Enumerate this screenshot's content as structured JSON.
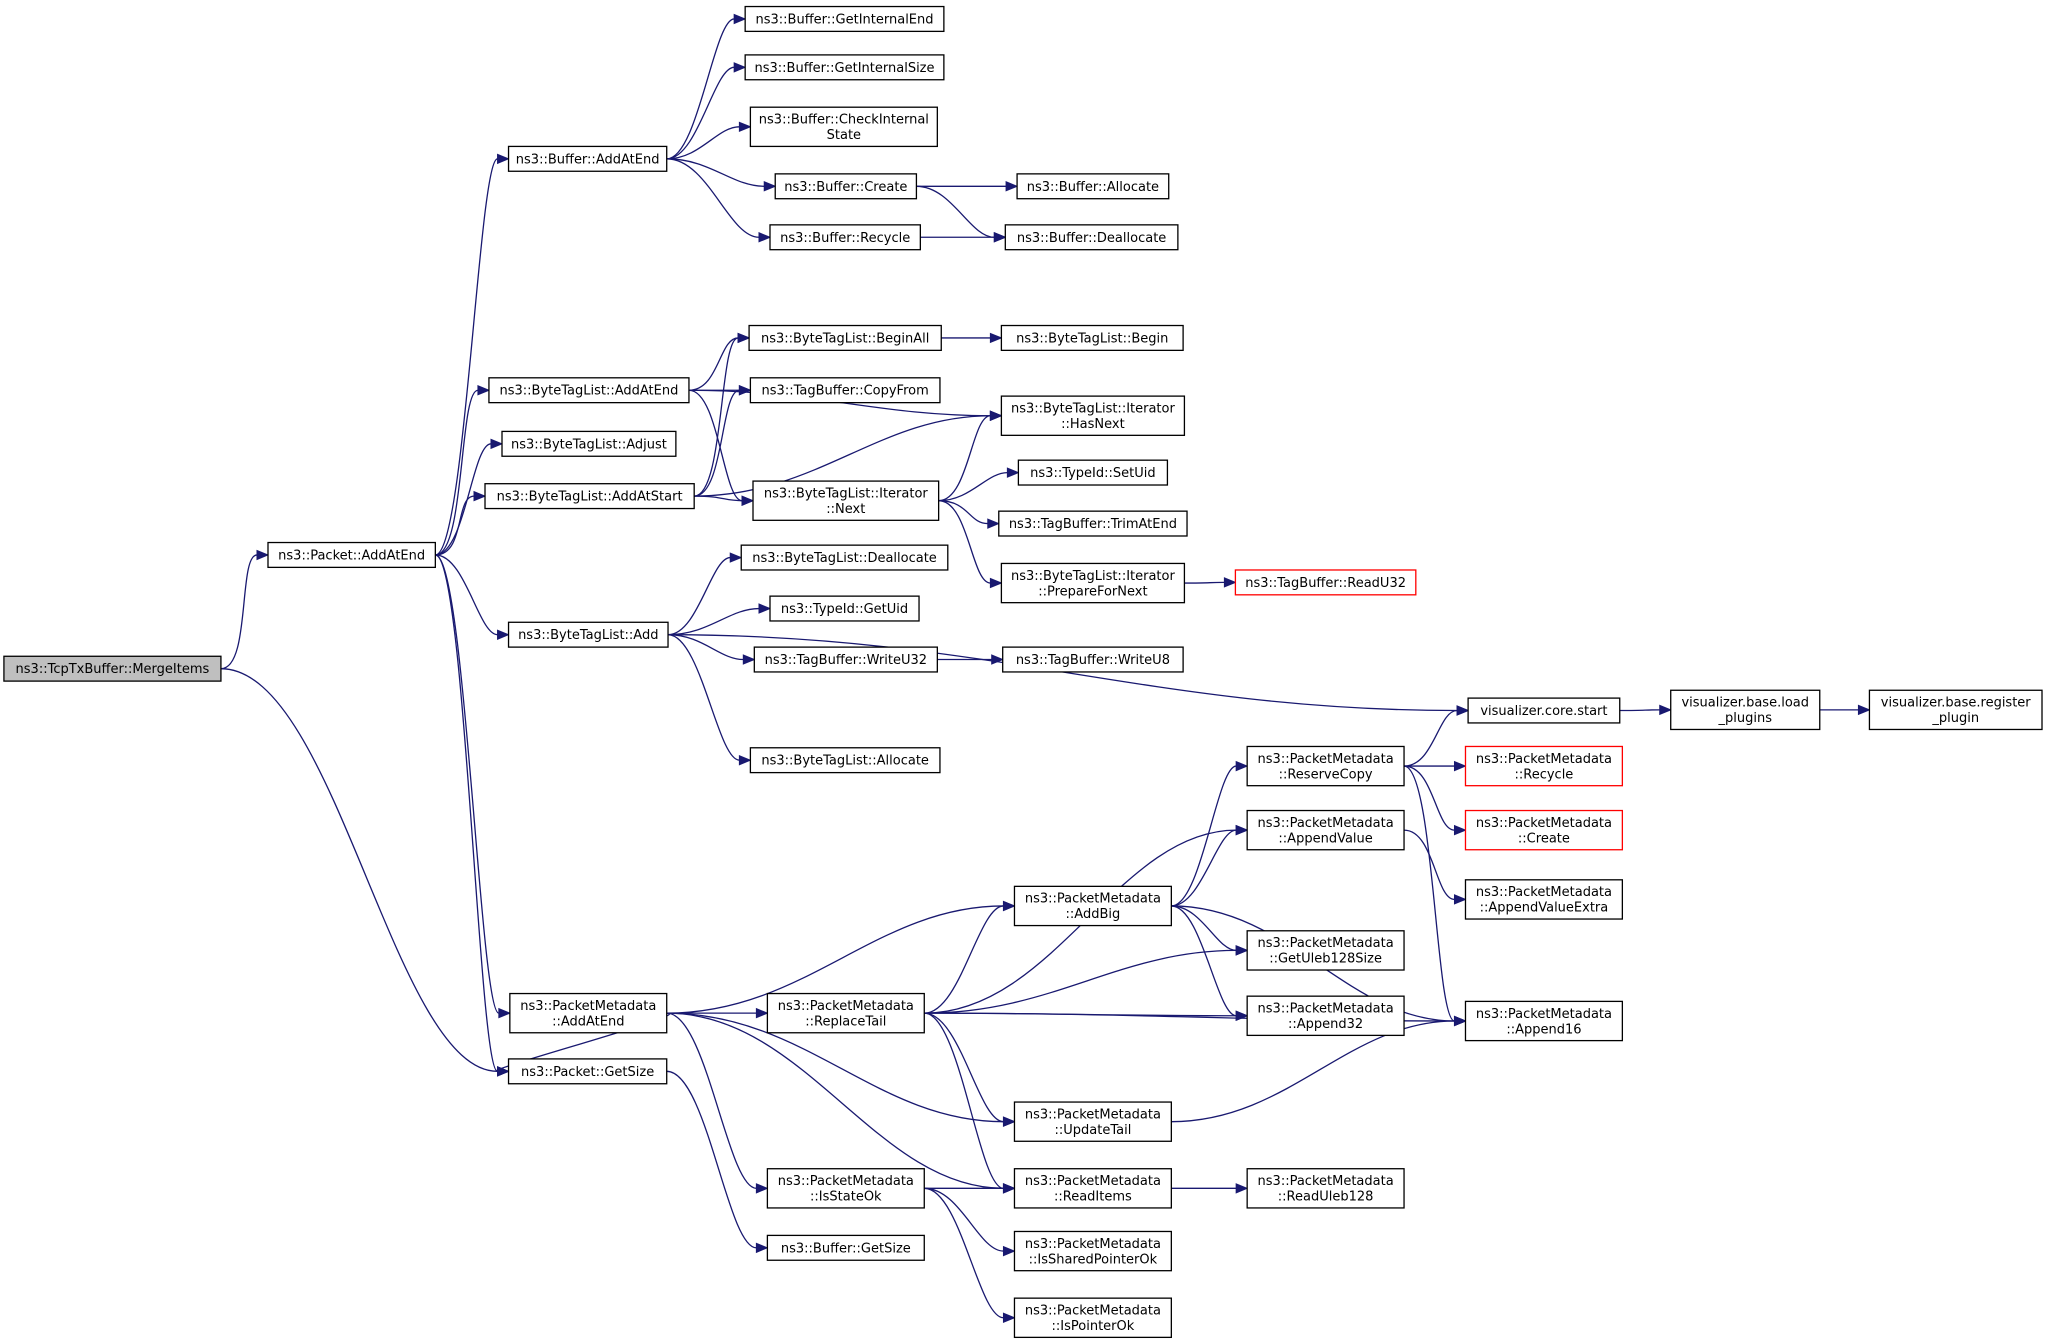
{
  "graph": {
    "nodes": [
      {
        "id": "tcp_merge",
        "lines": [
          "ns3::TcpTxBuffer::MergeItems"
        ],
        "root": true
      },
      {
        "id": "pkt_addatend",
        "lines": [
          "ns3::Packet::AddAtEnd"
        ]
      },
      {
        "id": "pkt_getsize",
        "lines": [
          "ns3::Packet::GetSize"
        ]
      },
      {
        "id": "buf_addatend",
        "lines": [
          "ns3::Buffer::AddAtEnd"
        ]
      },
      {
        "id": "buf_getinternalend",
        "lines": [
          "ns3::Buffer::GetInternalEnd"
        ]
      },
      {
        "id": "buf_getinternalsize",
        "lines": [
          "ns3::Buffer::GetInternalSize"
        ]
      },
      {
        "id": "buf_checkinternal",
        "lines": [
          "ns3::Buffer::CheckInternal",
          "State"
        ]
      },
      {
        "id": "buf_create",
        "lines": [
          "ns3::Buffer::Create"
        ]
      },
      {
        "id": "buf_recycle",
        "lines": [
          "ns3::Buffer::Recycle"
        ]
      },
      {
        "id": "buf_allocate",
        "lines": [
          "ns3::Buffer::Allocate"
        ]
      },
      {
        "id": "buf_deallocate",
        "lines": [
          "ns3::Buffer::Deallocate"
        ]
      },
      {
        "id": "btl_addatend",
        "lines": [
          "ns3::ByteTagList::AddAtEnd"
        ]
      },
      {
        "id": "btl_adjust",
        "lines": [
          "ns3::ByteTagList::Adjust"
        ]
      },
      {
        "id": "btl_addatstart",
        "lines": [
          "ns3::ByteTagList::AddAtStart"
        ]
      },
      {
        "id": "btl_beginall",
        "lines": [
          "ns3::ByteTagList::BeginAll"
        ]
      },
      {
        "id": "btl_begin",
        "lines": [
          "ns3::ByteTagList::Begin"
        ]
      },
      {
        "id": "tb_copyfrom",
        "lines": [
          "ns3::TagBuffer::CopyFrom"
        ]
      },
      {
        "id": "btli_hasnext",
        "lines": [
          "ns3::ByteTagList::Iterator",
          "::HasNext"
        ]
      },
      {
        "id": "btli_next",
        "lines": [
          "ns3::ByteTagList::Iterator",
          "::Next"
        ]
      },
      {
        "id": "tid_setuid",
        "lines": [
          "ns3::TypeId::SetUid"
        ]
      },
      {
        "id": "tb_trimatend",
        "lines": [
          "ns3::TagBuffer::TrimAtEnd"
        ]
      },
      {
        "id": "btli_preparefornext",
        "lines": [
          "ns3::ByteTagList::Iterator",
          "::PrepareForNext"
        ]
      },
      {
        "id": "tb_readu32",
        "lines": [
          "ns3::TagBuffer::ReadU32"
        ],
        "truncated": true
      },
      {
        "id": "btl_add",
        "lines": [
          "ns3::ByteTagList::Add"
        ]
      },
      {
        "id": "btl_deallocate",
        "lines": [
          "ns3::ByteTagList::Deallocate"
        ]
      },
      {
        "id": "tid_getuid",
        "lines": [
          "ns3::TypeId::GetUid"
        ]
      },
      {
        "id": "tb_writeu32",
        "lines": [
          "ns3::TagBuffer::WriteU32"
        ]
      },
      {
        "id": "tb_writeu8",
        "lines": [
          "ns3::TagBuffer::WriteU8"
        ]
      },
      {
        "id": "btl_allocate",
        "lines": [
          "ns3::ByteTagList::Allocate"
        ]
      },
      {
        "id": "viz_core_start",
        "lines": [
          "visualizer.core.start"
        ]
      },
      {
        "id": "viz_base_load",
        "lines": [
          "visualizer.base.load",
          "_plugins"
        ]
      },
      {
        "id": "viz_base_register",
        "lines": [
          "visualizer.base.register",
          "_plugin"
        ]
      },
      {
        "id": "pm_reservecopy",
        "lines": [
          "ns3::PacketMetadata",
          "::ReserveCopy"
        ]
      },
      {
        "id": "pm_recycle",
        "lines": [
          "ns3::PacketMetadata",
          "::Recycle"
        ],
        "truncated": true
      },
      {
        "id": "pm_create",
        "lines": [
          "ns3::PacketMetadata",
          "::Create"
        ],
        "truncated": true
      },
      {
        "id": "pm_appendvalue",
        "lines": [
          "ns3::PacketMetadata",
          "::AppendValue"
        ]
      },
      {
        "id": "pm_appendvalueextra",
        "lines": [
          "ns3::PacketMetadata",
          "::AppendValueExtra"
        ]
      },
      {
        "id": "pm_addbig",
        "lines": [
          "ns3::PacketMetadata",
          "::AddBig"
        ]
      },
      {
        "id": "pm_getuleb128size",
        "lines": [
          "ns3::PacketMetadata",
          "::GetUleb128Size"
        ]
      },
      {
        "id": "pm_addatend",
        "lines": [
          "ns3::PacketMetadata",
          "::AddAtEnd"
        ]
      },
      {
        "id": "pm_replacetail",
        "lines": [
          "ns3::PacketMetadata",
          "::ReplaceTail"
        ]
      },
      {
        "id": "pm_append32",
        "lines": [
          "ns3::PacketMetadata",
          "::Append32"
        ]
      },
      {
        "id": "pm_append16",
        "lines": [
          "ns3::PacketMetadata",
          "::Append16"
        ]
      },
      {
        "id": "pm_updatetail",
        "lines": [
          "ns3::PacketMetadata",
          "::UpdateTail"
        ]
      },
      {
        "id": "pm_readitems",
        "lines": [
          "ns3::PacketMetadata",
          "::ReadItems"
        ]
      },
      {
        "id": "pm_readuleb128",
        "lines": [
          "ns3::PacketMetadata",
          "::ReadUleb128"
        ]
      },
      {
        "id": "pm_isstateok",
        "lines": [
          "ns3::PacketMetadata",
          "::IsStateOk"
        ]
      },
      {
        "id": "buf_getsize",
        "lines": [
          "ns3::Buffer::GetSize"
        ]
      },
      {
        "id": "pm_issharedpointerok",
        "lines": [
          "ns3::PacketMetadata",
          "::IsSharedPointerOk"
        ]
      },
      {
        "id": "pm_ispointerok",
        "lines": [
          "ns3::PacketMetadata",
          "::IsPointerOk"
        ]
      }
    ],
    "edges": [
      [
        "tcp_merge",
        "pkt_addatend"
      ],
      [
        "tcp_merge",
        "pkt_getsize"
      ],
      [
        "pkt_addatend",
        "buf_addatend"
      ],
      [
        "pkt_addatend",
        "btl_addatend"
      ],
      [
        "pkt_addatend",
        "btl_adjust"
      ],
      [
        "pkt_addatend",
        "btl_addatstart"
      ],
      [
        "pkt_addatend",
        "btl_add"
      ],
      [
        "pkt_addatend",
        "pm_addatend"
      ],
      [
        "pkt_addatend",
        "pkt_getsize"
      ],
      [
        "buf_addatend",
        "buf_getinternalend"
      ],
      [
        "buf_addatend",
        "buf_getinternalsize"
      ],
      [
        "buf_addatend",
        "buf_checkinternal"
      ],
      [
        "buf_addatend",
        "buf_create"
      ],
      [
        "buf_addatend",
        "buf_recycle"
      ],
      [
        "buf_create",
        "buf_allocate"
      ],
      [
        "buf_create",
        "buf_deallocate"
      ],
      [
        "buf_recycle",
        "buf_deallocate"
      ],
      [
        "btl_addatend",
        "btl_beginall"
      ],
      [
        "btl_addatend",
        "tb_copyfrom"
      ],
      [
        "btl_addatend",
        "btli_hasnext"
      ],
      [
        "btl_addatend",
        "btli_next"
      ],
      [
        "btl_addatstart",
        "btl_beginall"
      ],
      [
        "btl_addatstart",
        "tb_copyfrom"
      ],
      [
        "btl_addatstart",
        "btli_hasnext"
      ],
      [
        "btl_addatstart",
        "btli_next"
      ],
      [
        "btl_beginall",
        "btl_begin"
      ],
      [
        "btli_next",
        "btli_hasnext"
      ],
      [
        "btli_next",
        "tid_setuid"
      ],
      [
        "btli_next",
        "tb_trimatend"
      ],
      [
        "btli_next",
        "btli_preparefornext"
      ],
      [
        "btli_preparefornext",
        "tb_readu32"
      ],
      [
        "btl_add",
        "btl_deallocate"
      ],
      [
        "btl_add",
        "tid_getuid"
      ],
      [
        "btl_add",
        "tb_writeu32"
      ],
      [
        "btl_add",
        "btl_allocate"
      ],
      [
        "btl_add",
        "viz_core_start"
      ],
      [
        "tb_writeu32",
        "tb_writeu8"
      ],
      [
        "viz_core_start",
        "viz_base_load"
      ],
      [
        "viz_base_load",
        "viz_base_register"
      ],
      [
        "pm_reservecopy",
        "viz_core_start"
      ],
      [
        "pm_reservecopy",
        "pm_recycle"
      ],
      [
        "pm_reservecopy",
        "pm_create"
      ],
      [
        "pm_reservecopy",
        "pm_append16"
      ],
      [
        "pm_appendvalue",
        "pm_appendvalueextra"
      ],
      [
        "pm_addbig",
        "pm_reservecopy"
      ],
      [
        "pm_addbig",
        "pm_appendvalue"
      ],
      [
        "pm_addbig",
        "pm_getuleb128size"
      ],
      [
        "pm_addbig",
        "pm_append32"
      ],
      [
        "pm_addbig",
        "pm_append16"
      ],
      [
        "pm_addatend",
        "pm_addbig"
      ],
      [
        "pm_addatend",
        "pm_replacetail"
      ],
      [
        "pm_addatend",
        "pm_updatetail"
      ],
      [
        "pm_addatend",
        "pm_readitems"
      ],
      [
        "pm_addatend",
        "pm_isstateok"
      ],
      [
        "pm_addatend",
        "pkt_getsize"
      ],
      [
        "pm_replacetail",
        "pm_appendvalue"
      ],
      [
        "pm_replacetail",
        "pm_addbig"
      ],
      [
        "pm_replacetail",
        "pm_getuleb128size"
      ],
      [
        "pm_replacetail",
        "pm_append32"
      ],
      [
        "pm_replacetail",
        "pm_append16"
      ],
      [
        "pm_replacetail",
        "pm_updatetail"
      ],
      [
        "pm_replacetail",
        "pm_readitems"
      ],
      [
        "pm_updatetail",
        "pm_append16"
      ],
      [
        "pm_readitems",
        "pm_readuleb128"
      ],
      [
        "pm_isstateok",
        "pm_readitems"
      ],
      [
        "pm_isstateok",
        "pm_issharedpointerok"
      ],
      [
        "pm_isstateok",
        "pm_ispointerok"
      ],
      [
        "pkt_getsize",
        "buf_getsize"
      ]
    ]
  },
  "colors": {
    "edge": "#191970",
    "node_border": "#000000",
    "root_fill": "#bfbfbf",
    "truncated_border": "#ff0000"
  }
}
